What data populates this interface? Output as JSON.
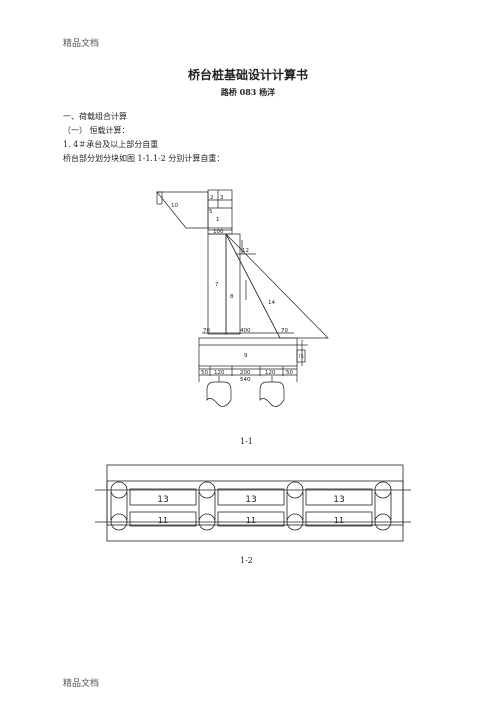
{
  "header": {
    "text": "精品文档"
  },
  "footer": {
    "text": "精品文档"
  },
  "doc": {
    "title": "桥台桩基础设计计算书",
    "author": "路桥 083  杨洋",
    "lines": [
      "一、荷载组合计算",
      "（一） 恒载计算：",
      "1. 4＃承台及以上部分自重",
      "桥台部分划分块如图 1-1.1-2 分别计算自重："
    ]
  },
  "figure1": {
    "caption": "1-1",
    "block_labels": [
      "10",
      "2",
      "3",
      "5",
      "1",
      "12",
      "7",
      "8",
      "14",
      "9"
    ],
    "dims": [
      "100",
      "70",
      "400",
      "70",
      "50",
      "120",
      "200",
      "120",
      "50",
      "540",
      "75"
    ]
  },
  "figure2": {
    "caption": "1-2",
    "panels": [
      {
        "top": "13",
        "bottom": "11"
      },
      {
        "top": "13",
        "bottom": "11"
      },
      {
        "top": "13",
        "bottom": "11"
      }
    ]
  }
}
